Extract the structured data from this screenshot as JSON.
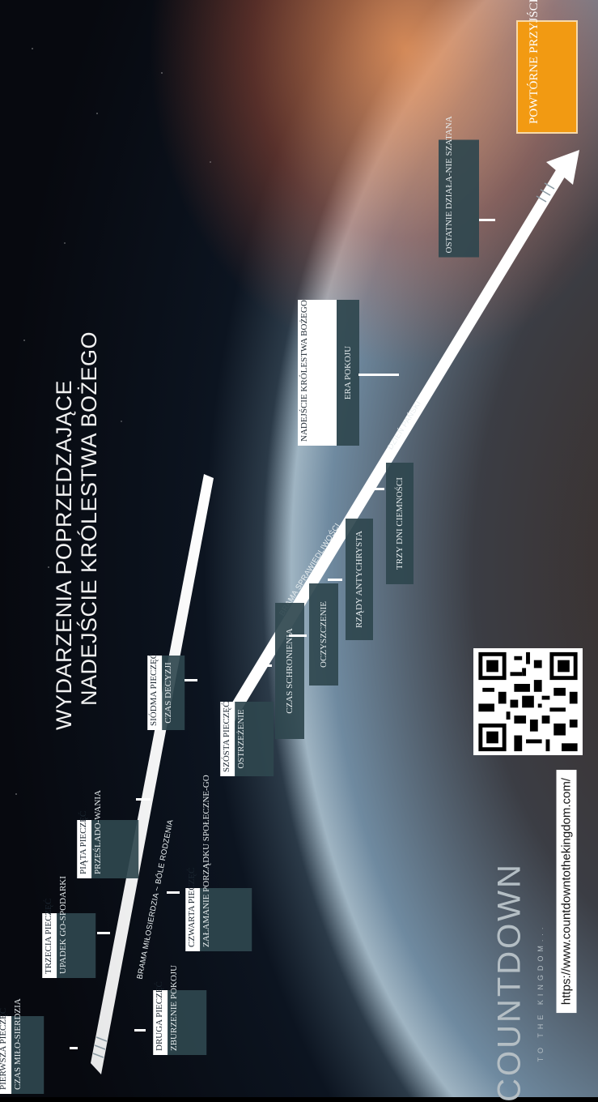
{
  "title": {
    "line1": "WYDARZENIA POPRZEDZAJĄCE",
    "line2": "NADEJŚCIE KRÓLESTWA BOŻEGO"
  },
  "road": {
    "mercy_label": "BRAMA MIŁOSIERDZIA ~ BÓLE RODZENIA",
    "justice_label": "BRAMA SPRAWIEDLIWOŚCI",
    "lords_day_label": "DZIEŃ PAŃSKI"
  },
  "seals": [
    {
      "title": "PIERWSZA PIECZĘĆ",
      "desc": "CZAS MIŁO-SIERDZIA"
    },
    {
      "title": "DRUGA PIECZĘĆ",
      "desc": "ZBURZENIE POKOJU"
    },
    {
      "title": "TRZECIA PIECZĘĆ",
      "desc": "UPADEK GO-SPODARKI"
    },
    {
      "title": "CZWARTA PIECZĘĆ",
      "desc": "ZAŁAMANIE PORZĄDKU SPOŁECZNE-GO"
    },
    {
      "title": "PIĄTA PIECZĘĆ",
      "desc": "PRZEŚLADO-WANIA"
    },
    {
      "title": "SZÓSTA PIECZĘĆ",
      "desc": "OSTRZEŻENIE"
    },
    {
      "title": "SIÓDMA PIECZĘĆ",
      "desc": "CZAS DECYZJI"
    }
  ],
  "events": {
    "refuge": "CZAS SCHRONIENIA",
    "purification": "OCZYSZCZENIE",
    "antichrist": "RZĄDY ANTYCHRYSTA",
    "darkness": "TRZY DNI CIEMNOŚCI",
    "kingdom_title": "NADEJŚCIE KRÓLESTWA BOŻEGO",
    "kingdom_desc": "ERA POKOJU",
    "satan": "OSTATNIE DZIAŁA-NIE SZATANA",
    "second_coming": "POWTÓRNE PRZYJŚCIE CHRYSTUSA"
  },
  "brand": {
    "logo": "COUNTDOWN",
    "subtitle": "TO THE KINGDOM...",
    "url": "https://www.countdowntothekingdom.com/"
  },
  "colors": {
    "accent_orange": "#f29a12",
    "box_dark": "#2f464e",
    "road": "#ffffff"
  },
  "icons": [
    "qr-code-icon",
    "road-arrow-icon"
  ]
}
